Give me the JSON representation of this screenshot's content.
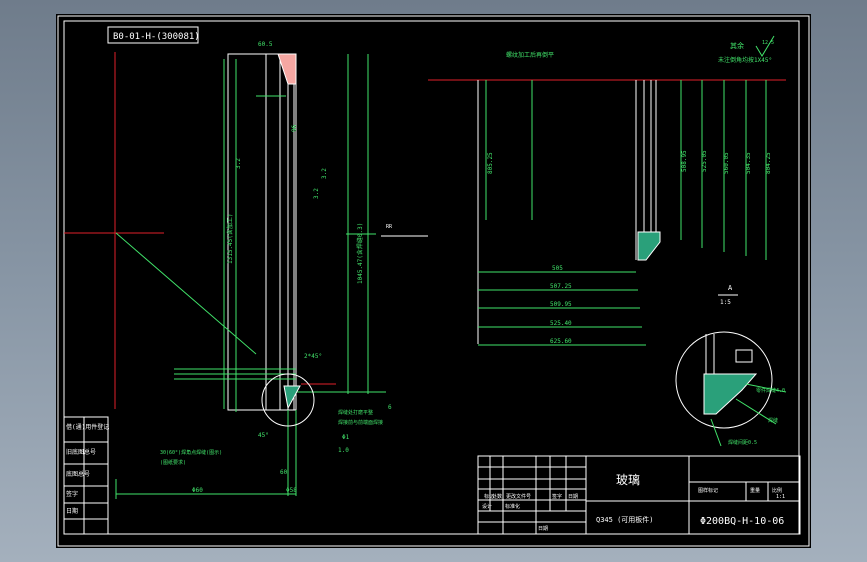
{
  "drawing": {
    "part_code_box": "B0-01-H-(300081)",
    "drawing_number": "Φ200BQ-H-10-06",
    "part_name": "玻璃",
    "material": "Q345 (可用板件)",
    "scale": "1:1",
    "detail_label": "A",
    "detail_scale": "1:5",
    "small_mark": "RR",
    "surface_note": {
      "line1": "其余",
      "line2": "未注倒角均按1X45°",
      "symbol": "12.5"
    },
    "top_note": "螺纹加工后再倒平"
  },
  "left_view": {
    "dims": [
      "60.5",
      "3.2",
      "3.2",
      "3.2",
      "1315.45(含加工)",
      "1045.47(含焊缝0.3)",
      "2*45°",
      "45°",
      "60",
      "96",
      "Φ60",
      "Φ58",
      "6",
      "Φ1",
      "1.0"
    ],
    "labels": [
      "焊接前与前端面焊接",
      "焊缝处打磨平整",
      "30(60°)焊角点焊缝(图示)",
      "(图纸要求)"
    ]
  },
  "right_view": {
    "vertical_dims": [
      "805.25",
      "508.95",
      "525.05",
      "560.05",
      "504.35",
      "804.25"
    ],
    "horizontal_dims": [
      "505",
      "507.25",
      "509.95",
      "525.40",
      "625.60"
    ]
  },
  "detail_view": {
    "labels": [
      "零件焊缝4.0",
      "焊缝间距0.5",
      "焊缝"
    ]
  },
  "title_block": {
    "left_rows": [
      "借(通)用件登记",
      "旧底图总号",
      "底图总号",
      "签字",
      "日期"
    ],
    "bottom_left": [
      "标记",
      "处数",
      "更改文件号",
      "签字",
      "日期",
      "设计",
      "标准化",
      "日期"
    ],
    "right_header": [
      "图样标记",
      "重量",
      "比例"
    ]
  }
}
